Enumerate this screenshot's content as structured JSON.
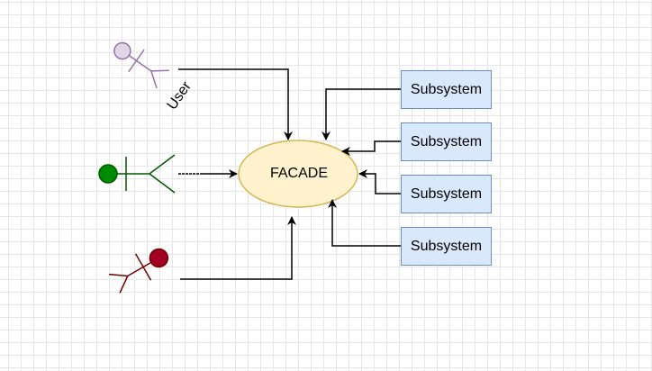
{
  "facade": {
    "label": "FACADE",
    "fill": "#fff2cc",
    "stroke": "#d6b656"
  },
  "actors": [
    {
      "id": "user",
      "label": "User",
      "color": "#9673a6",
      "head_fill": "#e1d5e7"
    },
    {
      "id": "green",
      "label": "",
      "color": "#005700",
      "head_fill": "#008a00"
    },
    {
      "id": "red",
      "label": "",
      "color": "#6f0000",
      "head_fill": "#a20025"
    }
  ],
  "subsystems": [
    {
      "label": "Subsystem"
    },
    {
      "label": "Subsystem"
    },
    {
      "label": "Subsystem"
    },
    {
      "label": "Subsystem"
    }
  ],
  "colors": {
    "subsystem_fill": "#dae8fc",
    "subsystem_stroke": "#6c8ebf",
    "connector": "#000000"
  }
}
